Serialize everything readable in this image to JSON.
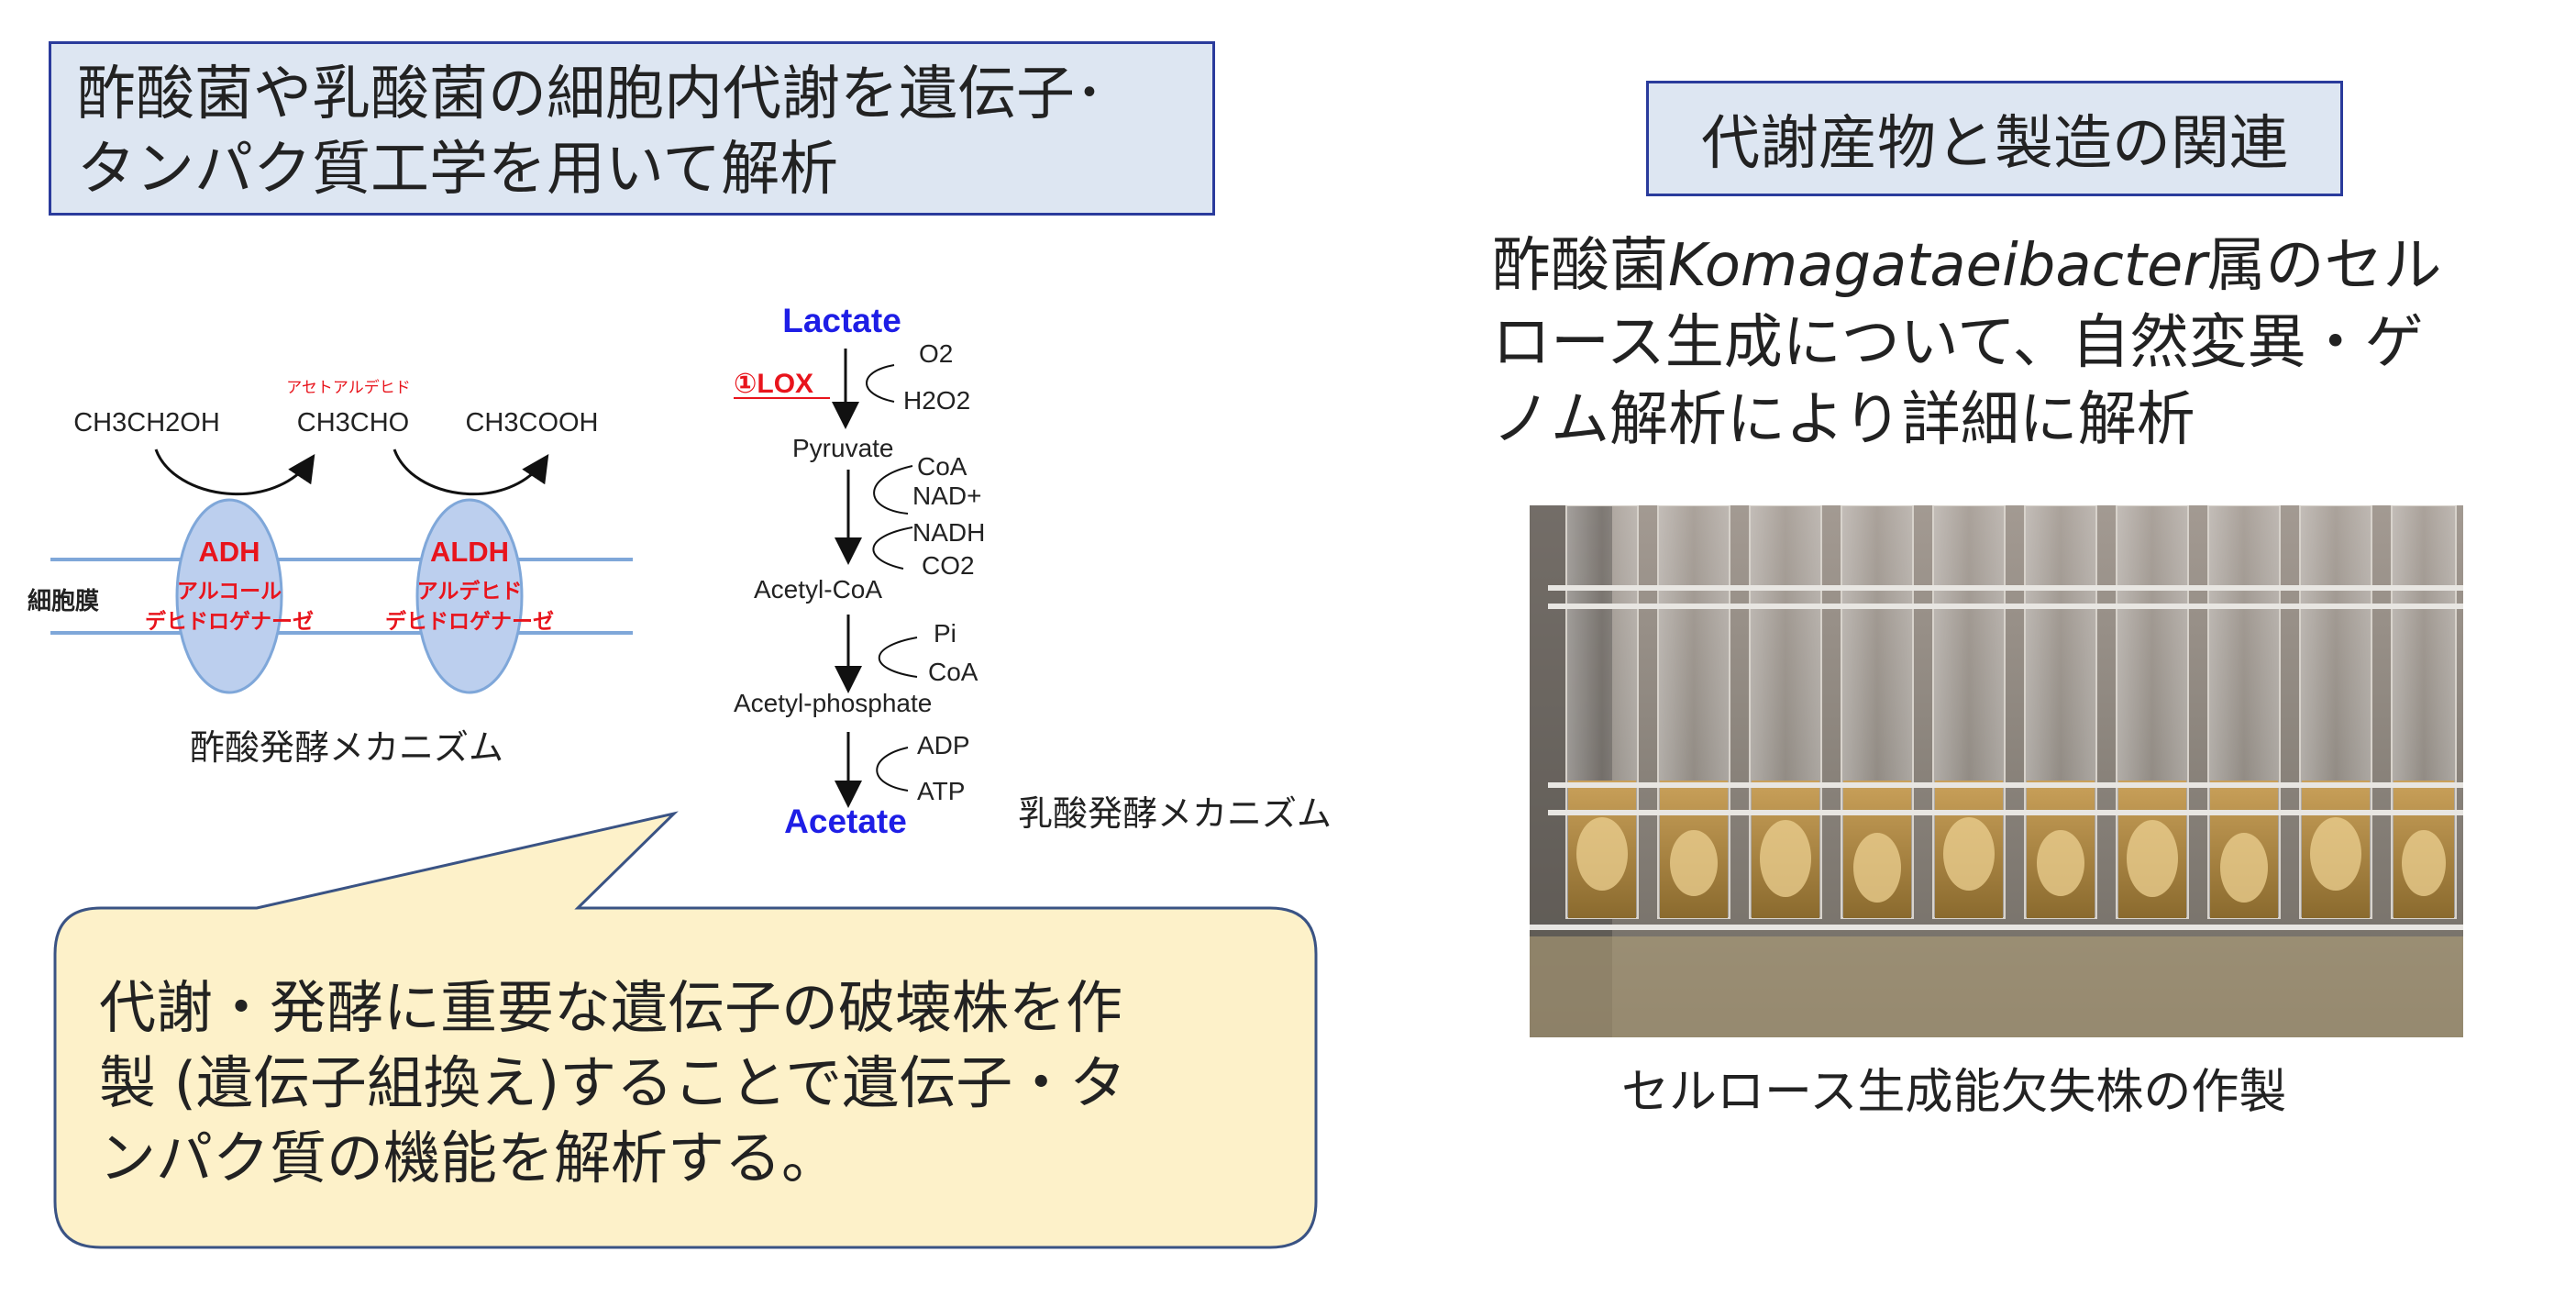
{
  "main_title": {
    "line1": "酢酸菌や乳酸菌の細胞内代謝を遺伝子･",
    "line2": "タンパク質工学を用いて解析"
  },
  "acetic_diagram": {
    "substrate": "CH3CH2OH",
    "intermediate": "CH3CHO",
    "intermediate_label": "アセトアルデヒド",
    "product": "CH3COOH",
    "membrane_label": "細胞膜",
    "enzyme1_abbr": "ADH",
    "enzyme1_name_line1": "アルコール",
    "enzyme1_name_line2": "デヒドロゲナーゼ",
    "enzyme2_abbr": "ALDH",
    "enzyme2_name_line1": "アルデヒド",
    "enzyme2_name_line2": "デヒドロゲナーゼ",
    "caption": "酢酸発酵メカニズム"
  },
  "lactic_diagram": {
    "start": "Lactate",
    "enzyme": "①LOX",
    "step1_in": "O2",
    "step1_out": "H2O2",
    "pyruvate": "Pyruvate",
    "step2_cofactors": [
      "CoA",
      "NAD+",
      "NADH",
      "CO2"
    ],
    "acetyl_coa": "Acetyl-CoA",
    "step3_cofactors": [
      "Pi",
      "CoA"
    ],
    "acetyl_phosphate": "Acetyl-phosphate",
    "step4_cofactors": [
      "ADP",
      "ATP"
    ],
    "end": "Acetate",
    "caption": "乳酸発酵メカニズム"
  },
  "callout": {
    "line1": "代謝・発酵に重要な遺伝子の破壊株を作",
    "line2": "製 (遺伝子組換え)することで遺伝子・タ",
    "line3": "ンパク質の機能を解析する。"
  },
  "right_panel": {
    "title": "代謝産物と製造の関連",
    "desc_part1": "酢酸菌",
    "desc_italic": "Komagataeibacter",
    "desc_part2": "属のセル",
    "desc_line2": "ロース生成について、自然変異・ゲ",
    "desc_line3": "ノム解析により詳細に解析",
    "photo_caption": "セルロース生成能欠失株の作製"
  },
  "colors": {
    "title_fill": "#dde6f2",
    "title_border": "#2a3b9c",
    "callout_fill": "#fdf1c9",
    "callout_border": "#3a5384",
    "membrane_line": "#7fa7d9",
    "enzyme_fill": "#bccfee",
    "enzyme_text": "#e8141c",
    "metabolite_blue": "#1e1ee6"
  }
}
